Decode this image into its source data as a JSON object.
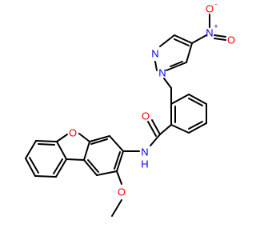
{
  "molecule": {
    "atoms": {
      "carbonyl_o": "O",
      "amide_n": "N",
      "amide_h": "H",
      "furan_o": "O",
      "methoxy_o": "O",
      "pyrazole_n1": "N",
      "pyrazole_n2": "N",
      "nitro_n": "N",
      "nitro_n_charge": "+",
      "nitro_o_double": "O",
      "nitro_o_single": "O",
      "nitro_o_charge": "-"
    },
    "colors": {
      "carbon_bonds": "#000000",
      "nitrogen": "#0000ff",
      "oxygen": "#ff0000",
      "background": "#ffffff"
    }
  }
}
